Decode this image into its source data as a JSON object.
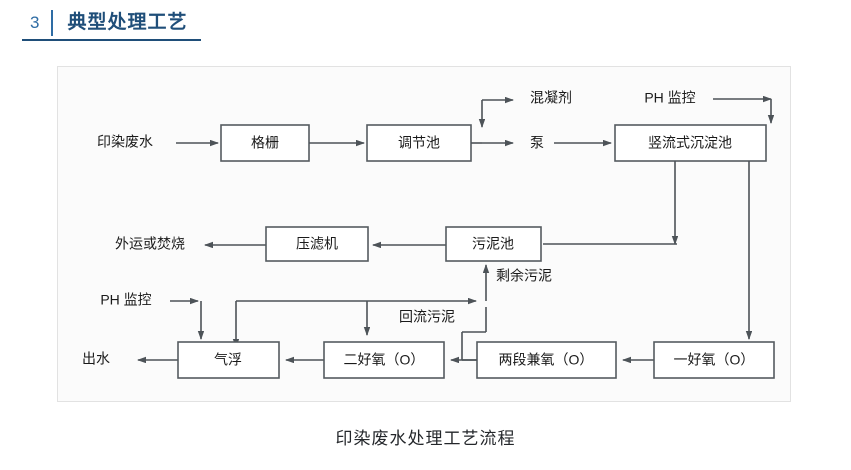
{
  "header": {
    "number": "3",
    "title": "典型处理工艺"
  },
  "caption": "印染废水处理工艺流程",
  "diagram": {
    "title": "印染废水处理工艺流程",
    "type": "flowchart",
    "nodes": [
      {
        "id": "grit",
        "label": "格栅",
        "kind": "box"
      },
      {
        "id": "regulate",
        "label": "调节池",
        "kind": "box"
      },
      {
        "id": "settler",
        "label": "竖流式沉淀池",
        "kind": "box"
      },
      {
        "id": "filterpress",
        "label": "压滤机",
        "kind": "box"
      },
      {
        "id": "sludgepool",
        "label": "污泥池",
        "kind": "box"
      },
      {
        "id": "flotation",
        "label": "气浮",
        "kind": "box"
      },
      {
        "id": "aerobic2",
        "label": "二好氧（O）",
        "kind": "box"
      },
      {
        "id": "anoxic2",
        "label": "两段兼氧（O）",
        "kind": "box"
      },
      {
        "id": "aerobic1",
        "label": "一好氧（O）",
        "kind": "box"
      }
    ],
    "labels": [
      {
        "id": "influent",
        "text": "印染废水"
      },
      {
        "id": "coagulant",
        "text": "混凝剂"
      },
      {
        "id": "pump",
        "text": "泵"
      },
      {
        "id": "ph_top",
        "text": "PH 监控"
      },
      {
        "id": "disposal",
        "text": "外运或焚烧"
      },
      {
        "id": "excess",
        "text": "剩余污泥"
      },
      {
        "id": "ph_bottom",
        "text": "PH 监控"
      },
      {
        "id": "effluent",
        "text": "出水"
      },
      {
        "id": "return",
        "text": "回流污泥"
      }
    ],
    "flow": [
      "印染废水 → 格栅 → 调节池 → 泵 → 竖流式沉淀池",
      "调节池 → 混凝剂",
      "PH 监控 → 竖流式沉淀池",
      "竖流式沉淀池 → 污泥池 → 压滤机 → 外运或焚烧",
      "竖流式沉淀池 → 一好氧（O） → 两段兼氧（O） → 二好氧（O） → 气浮 → 出水",
      "二好氧（O） → 回流污泥 → 剩余污泥 → 污泥池",
      "PH 监控 → 气浮"
    ]
  },
  "colors": {
    "header_accent": "#1f4e79",
    "header_number": "#2e6ca4",
    "box_stroke": "#555b60",
    "line": "#4d5358",
    "panel_bg": "#fbfbfb"
  }
}
